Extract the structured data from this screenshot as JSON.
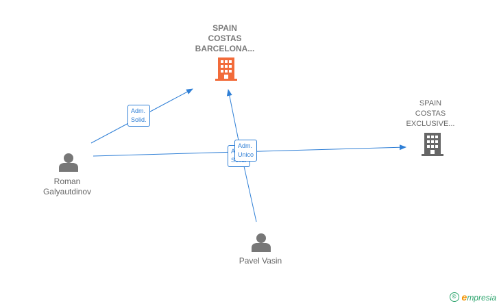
{
  "companies": [
    {
      "id": "barcelona",
      "lines": [
        "SPAIN",
        "COSTAS",
        "BARCELONA..."
      ],
      "color": "#f26b3a"
    },
    {
      "id": "exclusive",
      "lines": [
        "SPAIN",
        "COSTAS",
        "EXCLUSIVE..."
      ],
      "color": "#666666"
    }
  ],
  "persons": [
    {
      "id": "roman",
      "lines": [
        "Roman",
        "Galyautdinov"
      ]
    },
    {
      "id": "pavel",
      "lines": [
        "Pavel Vasin"
      ]
    }
  ],
  "edge_labels": {
    "roman_barcelona": [
      "Adm.",
      "Solid."
    ],
    "pavel_exclusive_back": [
      "Adm.",
      "Solid."
    ],
    "pavel_exclusive": [
      "Adm.",
      "Unico"
    ]
  },
  "colors": {
    "edge": "#2f7fd6",
    "person_icon": "#777777"
  },
  "icons": {
    "company": "building-icon",
    "person": "person-icon",
    "copyright": "copyright-icon"
  },
  "watermark": {
    "copyright": "©",
    "brand_first": "e",
    "brand_rest": "mpresia"
  }
}
